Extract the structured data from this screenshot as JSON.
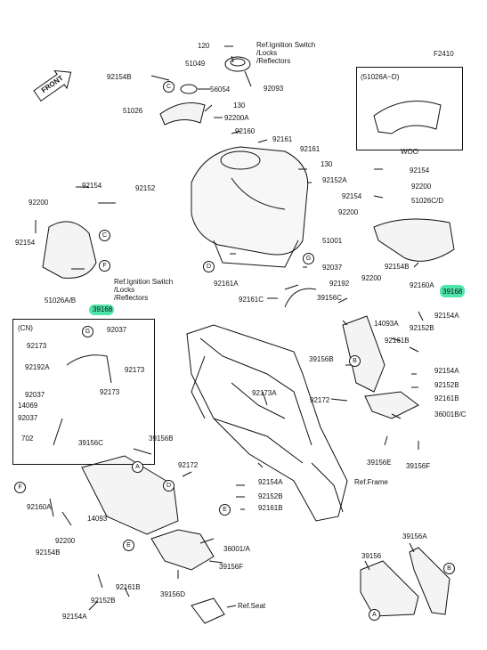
{
  "diagram_code": "F2410",
  "front_label": "FRONT",
  "inset_cn_label": "(CN)",
  "inset_variant_label": "(51026A~D)",
  "inset_variant_caption": "WOO",
  "refs": {
    "ignition_top": "Ref.Ignition Switch\n/Locks\n/Reflectors",
    "ignition_mid": "Ref.Ignition Switch\n/Locks\n/Reflectors",
    "frame": "Ref.Frame",
    "seat": "Ref.Seat"
  },
  "callouts": {
    "A": "A",
    "B": "B",
    "C": "C",
    "D": "D",
    "E": "E",
    "F": "F",
    "G": "G"
  },
  "parts": [
    "120",
    "51049",
    "92093",
    "92154B",
    "56054",
    "51026",
    "130",
    "92200A",
    "92160",
    "92161",
    "92161",
    "130",
    "92152A",
    "92154",
    "92200",
    "92154",
    "92200",
    "51026C/D",
    "92152",
    "92154",
    "92200",
    "92154",
    "51026A/B",
    "39168",
    "51001",
    "92037",
    "92161A",
    "92192",
    "39156C",
    "92161C",
    "39168",
    "92154B",
    "92200",
    "92160A",
    "92173",
    "92037",
    "92192A",
    "92173",
    "92173",
    "92037",
    "14069",
    "92037",
    "702",
    "14093A",
    "92154A",
    "92152B",
    "92161B",
    "39156B",
    "92154A",
    "92152B",
    "92161B",
    "92173A",
    "92172",
    "36001B/C",
    "39156E",
    "39156F",
    "39156C",
    "39156B",
    "92172",
    "92160A",
    "14093",
    "92200",
    "92154B",
    "92154A",
    "92152B",
    "92161B",
    "36001/A",
    "39156F",
    "39156D",
    "92152B",
    "92161B",
    "92154A",
    "39156",
    "39156A"
  ]
}
